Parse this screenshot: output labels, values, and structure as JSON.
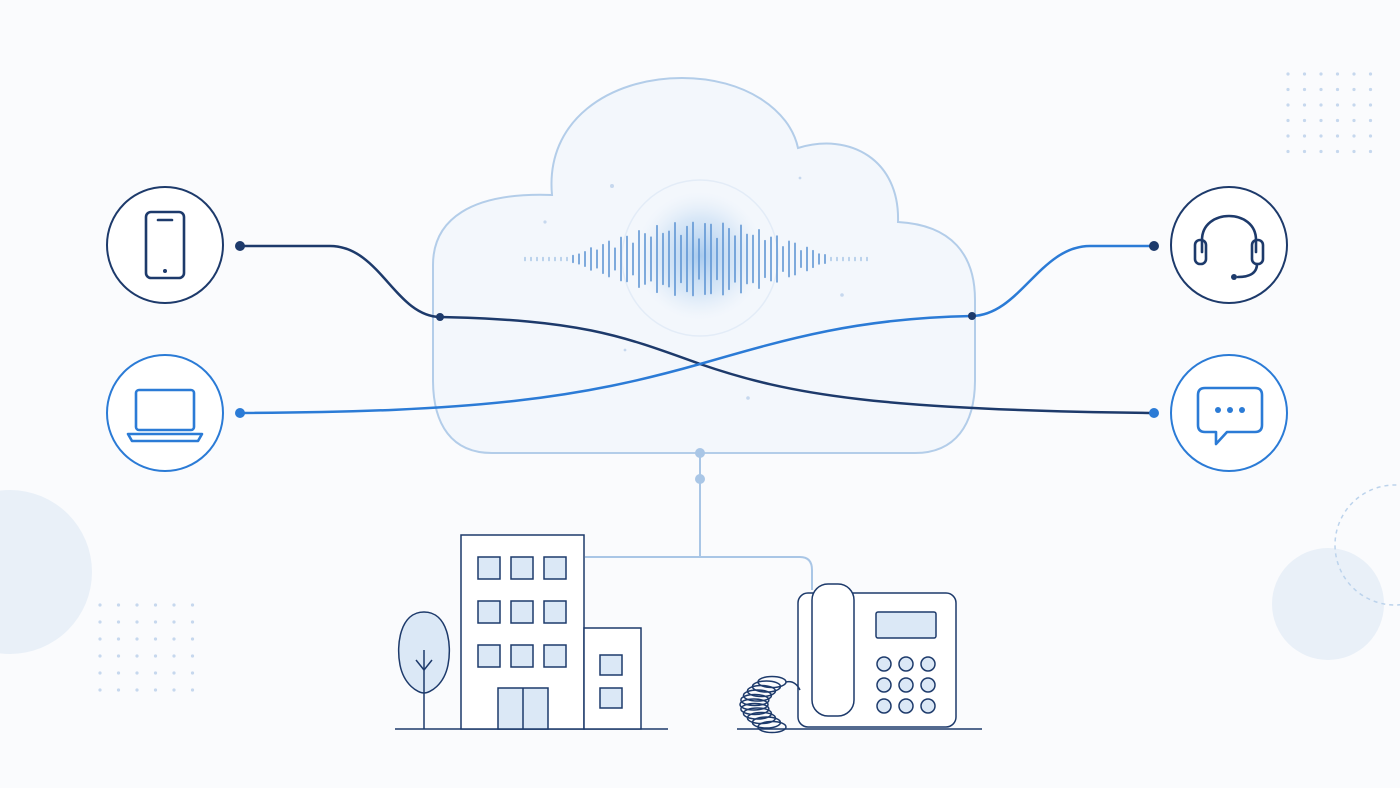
{
  "colors": {
    "background": "#fafbfd",
    "navy": "#1d3a6b",
    "blue": "#2b7bd6",
    "light_blue": "#a9c6e6",
    "pale_blue": "#dbe8f6",
    "cloud_fill": "#f3f7fc",
    "glow": "#8fbbe9"
  },
  "nodes": [
    {
      "id": "smartphone",
      "icon": "smartphone-icon",
      "side": "left",
      "line": "navy"
    },
    {
      "id": "laptop",
      "icon": "laptop-icon",
      "side": "left",
      "line": "blue"
    },
    {
      "id": "headset",
      "icon": "headset-icon",
      "side": "right",
      "line": "navy"
    },
    {
      "id": "chat",
      "icon": "chat-bubble-icon",
      "side": "right",
      "line": "blue"
    }
  ],
  "connections": [
    {
      "from": "smartphone",
      "to": "chat",
      "color": "navy"
    },
    {
      "from": "laptop",
      "to": "headset",
      "color": "blue"
    }
  ],
  "center": {
    "icon": "voice-waveform-icon"
  },
  "bottom": [
    {
      "id": "office",
      "icon": "office-building-icon"
    },
    {
      "id": "desk-phone",
      "icon": "desk-phone-icon"
    }
  ]
}
